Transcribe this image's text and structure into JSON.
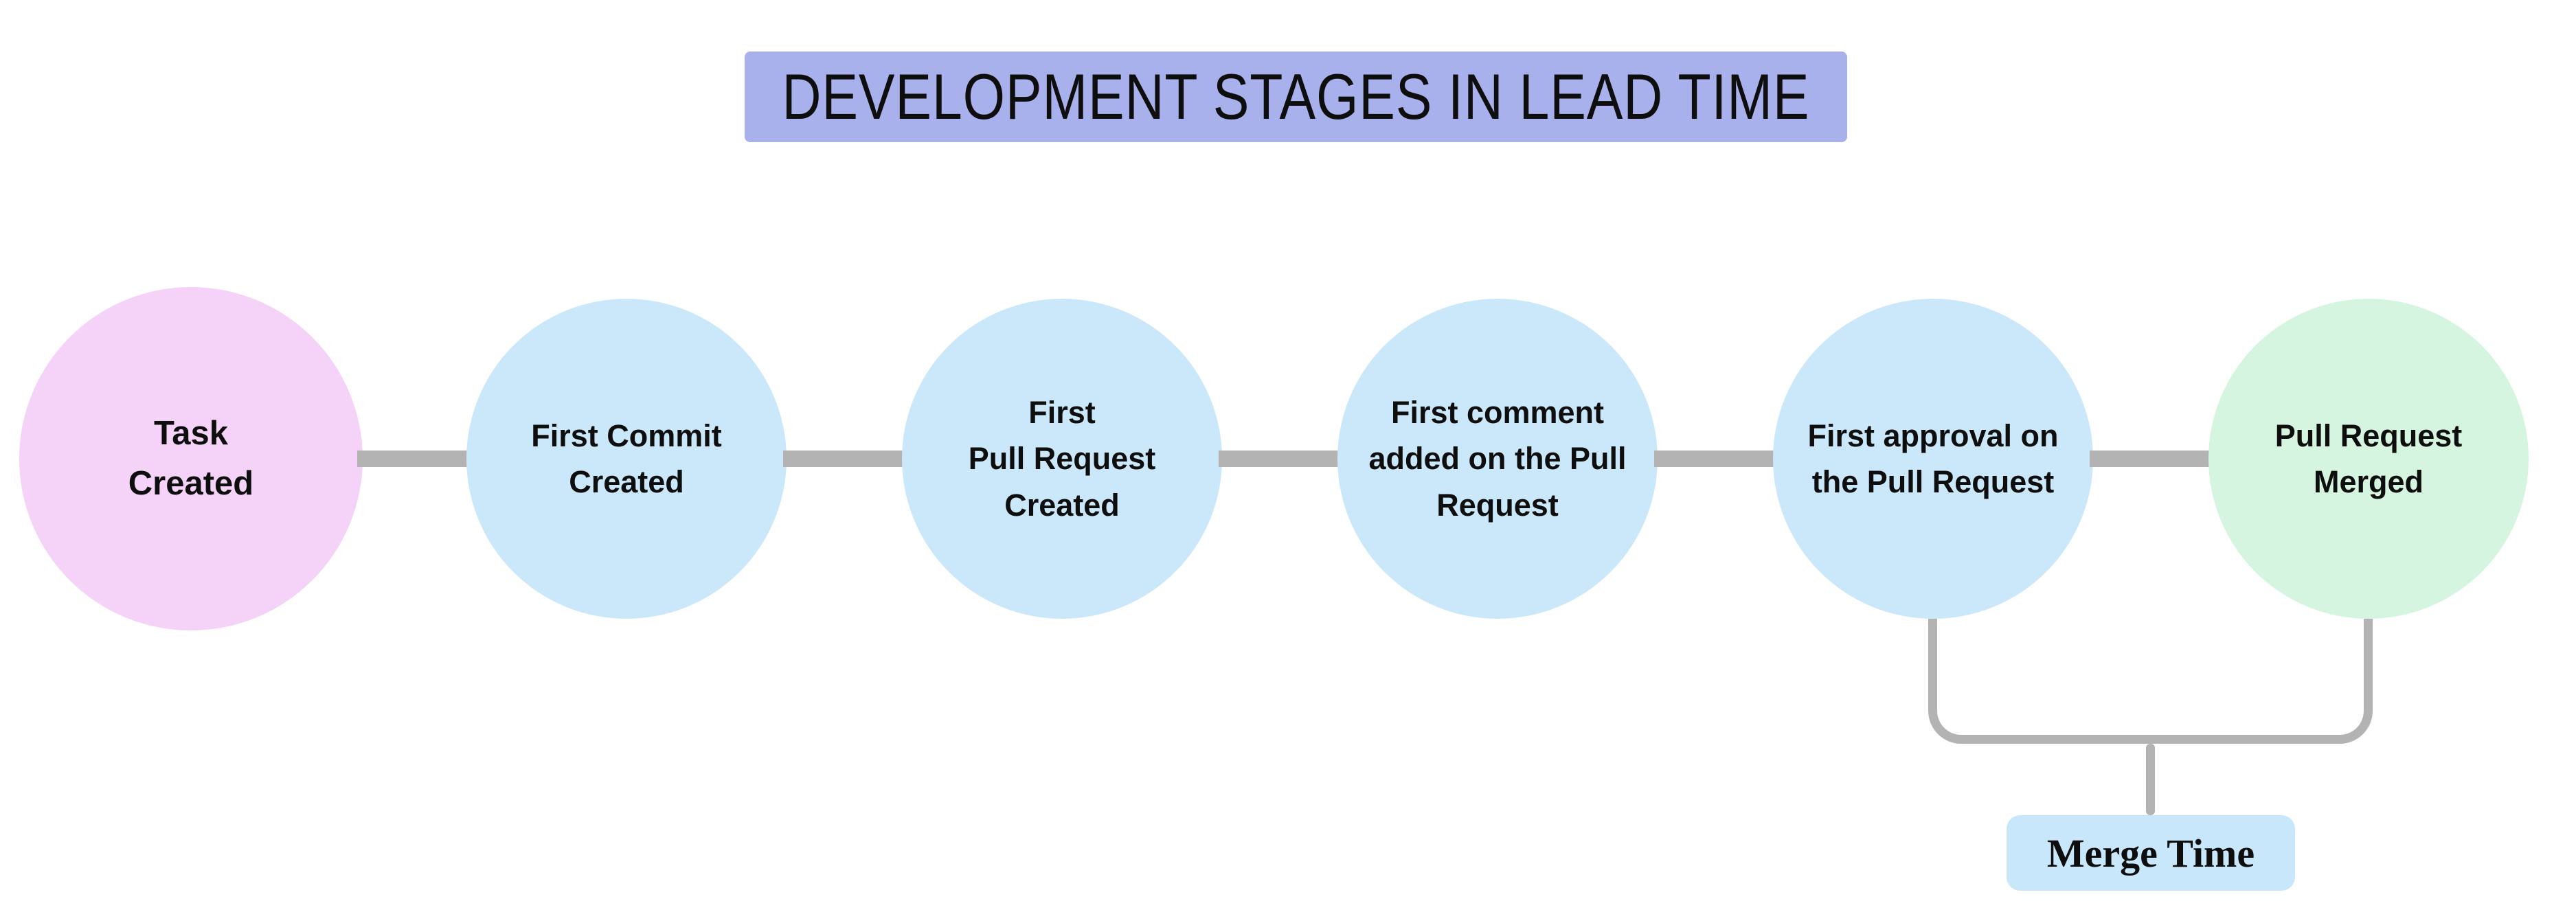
{
  "title": {
    "text": "DEVELOPMENT STAGES IN LEAD TIME",
    "bg_color": "#a9b1ec"
  },
  "stages": [
    {
      "label": "Task\nCreated",
      "color": "#f5d2f7"
    },
    {
      "label": "First Commit\nCreated",
      "color": "#cbe8fb"
    },
    {
      "label": "First\nPull Request\nCreated",
      "color": "#cbe8fb"
    },
    {
      "label": "First comment\nadded on the Pull\nRequest",
      "color": "#cbe8fb"
    },
    {
      "label": "First approval on\nthe Pull Request",
      "color": "#cbe8fb"
    },
    {
      "label": "Pull Request\nMerged",
      "color": "#d5f5e0"
    }
  ],
  "connector_color": "#b3b3b3",
  "merge_time": {
    "label": "Merge Time",
    "bg_color": "#c9e7fb"
  },
  "background_color": "#ffffff"
}
